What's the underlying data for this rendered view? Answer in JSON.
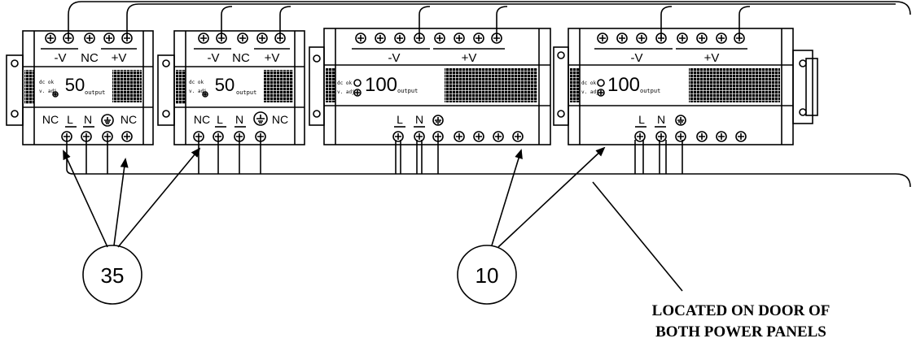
{
  "supplies": [
    {
      "rating": "50",
      "output_word": "output",
      "input_top": [
        "-V",
        "NC",
        "+V"
      ],
      "input_bottom": [
        "NC",
        "L",
        "N",
        "NC"
      ]
    },
    {
      "rating": "50",
      "output_word": "output",
      "input_top": [
        "-V",
        "NC",
        "+V"
      ],
      "input_bottom": [
        "NC",
        "L",
        "N",
        "NC"
      ]
    },
    {
      "rating": "100",
      "output_word": "output",
      "input_top": [
        "-V",
        "+V"
      ],
      "input_bottom": [
        "L",
        "N"
      ]
    },
    {
      "rating": "100",
      "output_word": "output",
      "input_top": [
        "-V",
        "+V"
      ],
      "input_bottom": [
        "L",
        "N"
      ]
    }
  ],
  "indicator_labels": {
    "line1": "dc ok",
    "line2": "v. adj"
  },
  "callouts": [
    {
      "number": "35"
    },
    {
      "number": "10"
    }
  ],
  "note": {
    "line1": "LOCATED ON DOOR OF",
    "line2": "BOTH POWER PANELS"
  }
}
